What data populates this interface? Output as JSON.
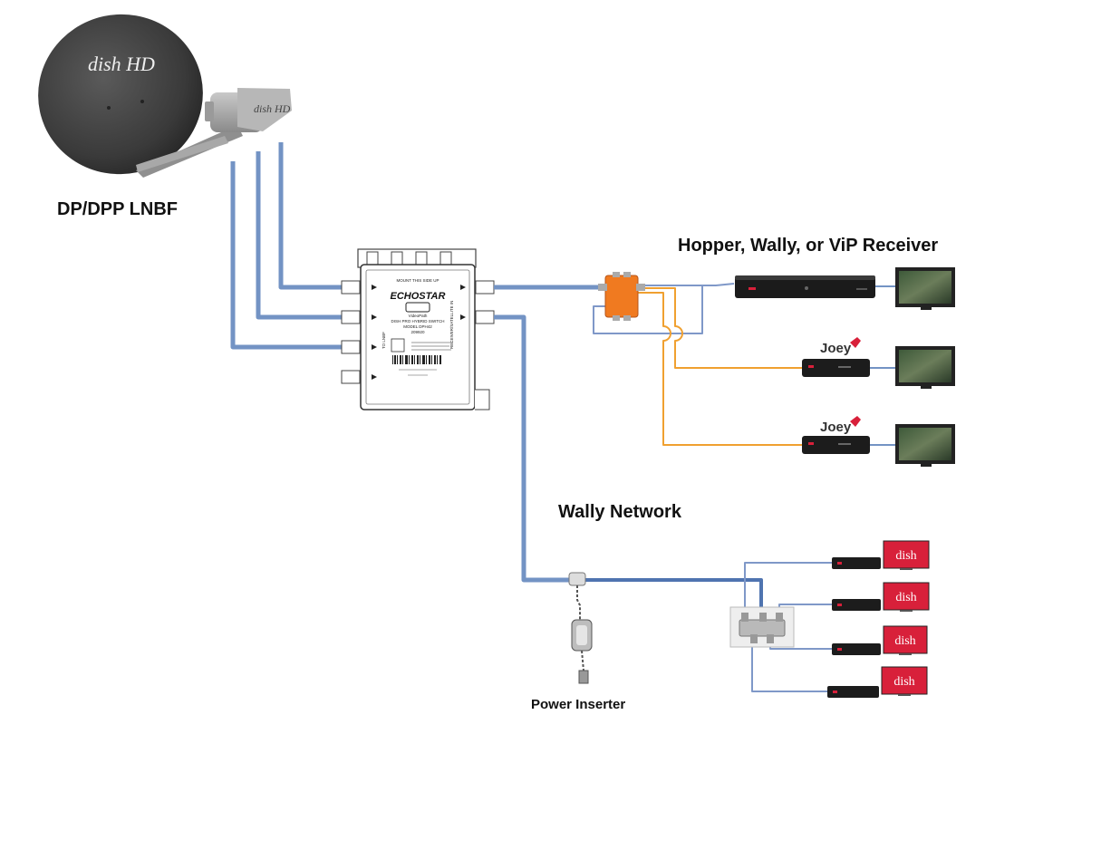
{
  "labels": {
    "lnbf": "DP/DPP LNBF",
    "receivers": "Hopper, Wally, or ViP Receiver",
    "wally_network": "Wally Network",
    "power_inserter": "Power Inserter"
  },
  "logos": {
    "dish_hd": "dish HD",
    "dish": "dish",
    "joey": "Joey",
    "echostar": "ECHOSTAR"
  },
  "switch_text": {
    "mount": "MOUNT THIS SIDE UP",
    "brand": "ECHOSTAR",
    "product": "VideoPath",
    "model": "DISH PRO HYBRID SWITCH",
    "model_no": "MODEL DPH42",
    "part_no": "209920",
    "to_lnbf": "TO LNBF",
    "receiver_side": "RECEIVER/SATELLITE IN"
  },
  "colors": {
    "coax_blue": "#7393c4",
    "wally_blue": "#4f74b0",
    "orange_line": "#f0a030",
    "splitter_orange": "#f07a20",
    "dish_grey": "#3a3a3a",
    "dish_red": "#d8203a"
  }
}
